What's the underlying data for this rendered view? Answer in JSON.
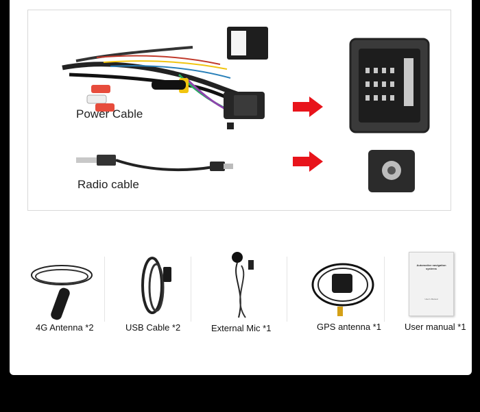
{
  "cables": {
    "power_label": "Power Cable",
    "radio_label": "Radio cable"
  },
  "accessories": [
    {
      "label": "4G Antenna *2"
    },
    {
      "label": "USB Cable *2"
    },
    {
      "label": "External Mic *1"
    },
    {
      "label": "GPS antenna *1"
    },
    {
      "label": "User manual *1"
    }
  ],
  "manual": {
    "cover_title": "Automotive navigation systems",
    "cover_footer": "User's Manual"
  },
  "colors": {
    "arrow": "#e8141b",
    "background": "#000000",
    "panel_border": "#d8d8d8"
  }
}
